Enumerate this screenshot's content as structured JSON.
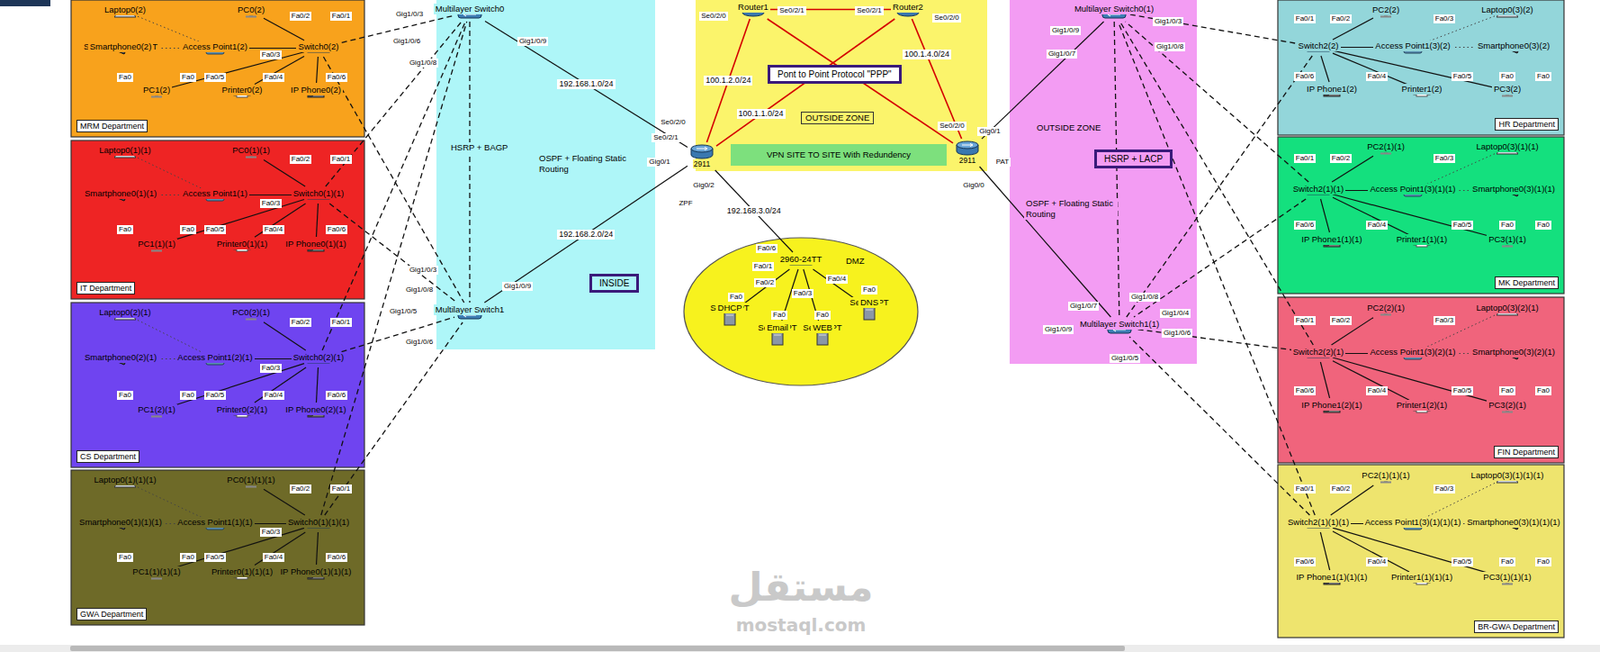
{
  "diagram": {
    "nodes": [
      {
        "text": [
          "MRM Department"
        ]
      },
      {
        "text": [
          "Laptop-PT",
          "Laptop0(2)"
        ],
        "in": 0
      },
      {
        "text": [
          "PC-PT",
          "PC0(2)"
        ],
        "in": 0
      },
      {
        "text": [
          "AccessPoint-PT",
          "Access Point1(2)"
        ],
        "in": 0
      },
      {
        "text": [
          "2960-24TT",
          "Switch0(2)"
        ],
        "in": 0
      },
      {
        "text": [
          "SMARTPHONE-PT",
          "Smartphone0(2)"
        ],
        "in": 0
      },
      {
        "text": [
          "Printer-PT",
          "Printer0(2)"
        ],
        "in": 0
      },
      {
        "text": [
          "PC-PT",
          "PC1(2)"
        ],
        "in": 0
      },
      {
        "text": [
          "7960",
          "IP Phone0(2)"
        ],
        "in": 0
      },
      {
        "text": [
          "IT Department"
        ]
      },
      {
        "text": [
          "Laptop-PT",
          "Laptop0(1)(1)"
        ],
        "in": 9
      },
      {
        "text": [
          "PC-PT",
          "PC0(1)(1)"
        ],
        "in": 9
      },
      {
        "text": [
          "AccessPoint-PT",
          "Access Point1(1)"
        ],
        "in": 9
      },
      {
        "text": [
          "2960-24TT",
          "Switch0(1)(1)"
        ],
        "in": 9
      },
      {
        "text": [
          "SMARTPHONE-PT",
          "Smartphone0(1)(1)"
        ],
        "in": 9
      },
      {
        "text": [
          "Printer-PT",
          "Printer0(1)(1)"
        ],
        "in": 9
      },
      {
        "text": [
          "PC-PT",
          "PC1(1)(1)"
        ],
        "in": 9
      },
      {
        "text": [
          "7960",
          "IP Phone0(1)(1)"
        ],
        "in": 9
      },
      {
        "text": [
          "CS Department"
        ]
      },
      {
        "text": [
          "Laptop-PT",
          "Laptop0(2)(1)"
        ],
        "in": 18
      },
      {
        "text": [
          "PC-PT",
          "PC0(2)(1)"
        ],
        "in": 18
      },
      {
        "text": [
          "AccessPoint-PT",
          "Access Point1(2)(1)"
        ],
        "in": 18
      },
      {
        "text": [
          "2960-24TT",
          "Switch0(2)(1)"
        ],
        "in": 18
      },
      {
        "text": [
          "SMARTPHONE-PT",
          "Smartphone0(2)(1)"
        ],
        "in": 18
      },
      {
        "text": [
          "Printer-PT",
          "Printer0(2)(1)"
        ],
        "in": 18
      },
      {
        "text": [
          "PC-PT",
          "PC1(2)(1)"
        ],
        "in": 18
      },
      {
        "text": [
          "7960",
          "IP Phone0(2)(1)"
        ],
        "in": 18
      },
      {
        "text": [
          "GWA Department"
        ]
      },
      {
        "text": [
          "Laptop-PT",
          "Laptop0(1)(1)(1)"
        ],
        "in": 27
      },
      {
        "text": [
          "PC-PT",
          "PC0(1)(1)(1)"
        ],
        "in": 27
      },
      {
        "text": [
          "AccessPoint-PT",
          "Access Point1(1)(1)"
        ],
        "in": 27
      },
      {
        "text": [
          "2960-24TT",
          "Switch0(1)(1)(1)"
        ],
        "in": 27
      },
      {
        "text": [
          "SMARTPHONE-PT",
          "Smartphone0(1)(1)(1)"
        ],
        "in": 27
      },
      {
        "text": [
          "Printer-PT",
          "Printer0(1)(1)(1)"
        ],
        "in": 27
      },
      {
        "text": [
          "PC-PT",
          "PC1(1)(1)(1)"
        ],
        "in": 27
      },
      {
        "text": [
          "7960",
          "IP Phone0(1)(1)(1)"
        ],
        "in": 27
      },
      {
        "text": [
          "HSRP + BAGP",
          "OSPF + Floating Static Routing"
        ]
      },
      {
        "text": [
          "3650-24PS",
          "Multilayer Switch0"
        ],
        "in": 36
      },
      {
        "text": [
          "3650-24PS",
          "Multilayer Switch1"
        ],
        "in": 36
      },
      {
        "text": [
          "INSIDE"
        ],
        "in": 36
      },
      {
        "text": [
          "OUTSIDE ZONE"
        ]
      },
      {
        "text": [
          "2911",
          "Router1"
        ],
        "in": 40
      },
      {
        "text": [
          "2911",
          "Router2"
        ],
        "in": 40
      },
      {
        "text": [
          "Pont to Point Protocol \"PPP\""
        ],
        "in": 40
      },
      {
        "text": [
          "VPN SITE TO SITE With Redundency"
        ]
      },
      {
        "text": [
          "2911"
        ]
      },
      {
        "text": [
          "2911"
        ]
      },
      {
        "text": [
          "DMZ"
        ]
      },
      {
        "text": [
          "2960-24TT"
        ],
        "in": 47
      },
      {
        "text": [
          "Server-PT",
          "DHCP"
        ],
        "in": 47
      },
      {
        "text": [
          "Server-PT",
          "Email"
        ],
        "in": 47
      },
      {
        "text": [
          "Server-PT",
          "WEB"
        ],
        "in": 47
      },
      {
        "text": [
          "Server-PT",
          "DNS"
        ],
        "in": 47
      },
      {
        "text": [
          "OUTSIDE ZONE",
          "OSPF + Floating Static Routing"
        ]
      },
      {
        "text": [
          "HSRP + LACP"
        ],
        "in": 53
      },
      {
        "text": [
          "3650-24PS",
          "Multilayer Switch0(1)"
        ],
        "in": 53
      },
      {
        "text": [
          "3650-24PS",
          "Multilayer Switch1(1)"
        ],
        "in": 53
      },
      {
        "text": [
          "HR Department"
        ]
      },
      {
        "text": [
          "Laptop-PT",
          "Laptop0(3)(2)"
        ],
        "in": 57
      },
      {
        "text": [
          "PC-PT",
          "PC2(2)"
        ],
        "in": 57
      },
      {
        "text": [
          "AccessPoint-PT",
          "Access Point1(3)(2)"
        ],
        "in": 57
      },
      {
        "text": [
          "2960-24TT",
          "Switch2(2)"
        ],
        "in": 57
      },
      {
        "text": [
          "SMARTPHONE-PT",
          "Smartphone0(3)(2)"
        ],
        "in": 57
      },
      {
        "text": [
          "Printer-PT",
          "Printer1(2)"
        ],
        "in": 57
      },
      {
        "text": [
          "PC-PT",
          "PC3(2)"
        ],
        "in": 57
      },
      {
        "text": [
          "7960",
          "IP Phone1(2)"
        ],
        "in": 57
      },
      {
        "text": [
          "MK Department"
        ]
      },
      {
        "text": [
          "Laptop-PT",
          "Laptop0(3)(1)(1)"
        ],
        "in": 66
      },
      {
        "text": [
          "PC-PT",
          "PC2(1)(1)"
        ],
        "in": 66
      },
      {
        "text": [
          "AccessPoint-PT",
          "Access Point1(3)(1)(1)"
        ],
        "in": 66
      },
      {
        "text": [
          "2960-24TT",
          "Switch2(1)(1)"
        ],
        "in": 66
      },
      {
        "text": [
          "SMARTPHONE-PT",
          "Smartphone0(3)(1)(1)"
        ],
        "in": 66
      },
      {
        "text": [
          "Printer-PT",
          "Printer1(1)(1)"
        ],
        "in": 66
      },
      {
        "text": [
          "PC-PT",
          "PC3(1)(1)"
        ],
        "in": 66
      },
      {
        "text": [
          "7960",
          "IP Phone1(1)(1)"
        ],
        "in": 66
      },
      {
        "text": [
          "FIN Department"
        ]
      },
      {
        "text": [
          "Laptop-PT",
          "Laptop0(3)(2)(1)"
        ],
        "in": 75
      },
      {
        "text": [
          "PC-PT",
          "PC2(2)(1)"
        ],
        "in": 75
      },
      {
        "text": [
          "AccessPoint-PT",
          "Access Point1(3)(2)(1)"
        ],
        "in": 75
      },
      {
        "text": [
          "2960-24TT",
          "Switch2(2)(1)"
        ],
        "in": 75
      },
      {
        "text": [
          "SMARTPHONE-PT",
          "Smartphone0(3)(2)(1)"
        ],
        "in": 75
      },
      {
        "text": [
          "Printer-PT",
          "Printer1(2)(1)"
        ],
        "in": 75
      },
      {
        "text": [
          "PC-PT",
          "PC3(2)(1)"
        ],
        "in": 75
      },
      {
        "text": [
          "7960",
          "IP Phone1(2)(1)"
        ],
        "in": 75
      },
      {
        "text": [
          "BR-GWA Department"
        ]
      },
      {
        "text": [
          "Laptop-PT",
          "Laptop0(3)(1)(1)(1)"
        ],
        "in": 84
      },
      {
        "text": [
          "PC-PT",
          "PC2(1)(1)(1)"
        ],
        "in": 84
      },
      {
        "text": [
          "AccessPoint-PT",
          "Access Point1(3)(1)(1)(1)"
        ],
        "in": 84
      },
      {
        "text": [
          "2960-24TT",
          "Switch2(1)(1)(1)"
        ],
        "in": 84
      },
      {
        "text": [
          "SMARTPHONE-PT",
          "Smartphone0(3)(1)(1)(1)"
        ],
        "in": 84
      },
      {
        "text": [
          "Printer-PT",
          "Printer1(1)(1)(1)"
        ],
        "in": 84
      },
      {
        "text": [
          "PC-PT",
          "PC3(1)(1)(1)"
        ],
        "in": 84
      },
      {
        "text": [
          "7960",
          "IP Phone1(1)(1)(1)"
        ],
        "in": 84
      }
    ],
    "edges": [
      {
        "from": 1,
        "to": 3,
        "arrow": "none"
      },
      {
        "from": 5,
        "to": 3,
        "arrow": "none"
      },
      {
        "from": 3,
        "to": 4,
        "arrow": "none"
      },
      {
        "from": 2,
        "to": 4,
        "arrow": "none"
      },
      {
        "from": 6,
        "to": 4,
        "arrow": "none"
      },
      {
        "from": 7,
        "to": 4,
        "arrow": "none"
      },
      {
        "from": 8,
        "to": 4,
        "arrow": "none"
      },
      {
        "from": 4,
        "to": 37,
        "arrow": "none"
      },
      {
        "from": 4,
        "to": 38,
        "arrow": "none"
      },
      {
        "from": 10,
        "to": 12,
        "arrow": "none"
      },
      {
        "from": 14,
        "to": 12,
        "arrow": "none"
      },
      {
        "from": 12,
        "to": 13,
        "arrow": "none"
      },
      {
        "from": 11,
        "to": 13,
        "arrow": "none"
      },
      {
        "from": 15,
        "to": 13,
        "arrow": "none"
      },
      {
        "from": 16,
        "to": 13,
        "arrow": "none"
      },
      {
        "from": 17,
        "to": 13,
        "arrow": "none"
      },
      {
        "from": 13,
        "to": 37,
        "arrow": "none"
      },
      {
        "from": 13,
        "to": 38,
        "arrow": "none"
      },
      {
        "from": 19,
        "to": 21,
        "arrow": "none"
      },
      {
        "from": 23,
        "to": 21,
        "arrow": "none"
      },
      {
        "from": 21,
        "to": 22,
        "arrow": "none"
      },
      {
        "from": 20,
        "to": 22,
        "arrow": "none"
      },
      {
        "from": 24,
        "to": 22,
        "arrow": "none"
      },
      {
        "from": 25,
        "to": 22,
        "arrow": "none"
      },
      {
        "from": 26,
        "to": 22,
        "arrow": "none"
      },
      {
        "from": 22,
        "to": 37,
        "arrow": "none"
      },
      {
        "from": 22,
        "to": 38,
        "arrow": "none"
      },
      {
        "from": 28,
        "to": 30,
        "arrow": "none"
      },
      {
        "from": 32,
        "to": 30,
        "arrow": "none"
      },
      {
        "from": 30,
        "to": 31,
        "arrow": "none"
      },
      {
        "from": 29,
        "to": 31,
        "arrow": "none"
      },
      {
        "from": 33,
        "to": 31,
        "arrow": "none"
      },
      {
        "from": 34,
        "to": 31,
        "arrow": "none"
      },
      {
        "from": 35,
        "to": 31,
        "arrow": "none"
      },
      {
        "from": 31,
        "to": 37,
        "arrow": "none"
      },
      {
        "from": 31,
        "to": 38,
        "arrow": "none"
      },
      {
        "from": 58,
        "to": 60,
        "arrow": "none"
      },
      {
        "from": 62,
        "to": 60,
        "arrow": "none"
      },
      {
        "from": 60,
        "to": 61,
        "arrow": "none"
      },
      {
        "from": 59,
        "to": 61,
        "arrow": "none"
      },
      {
        "from": 63,
        "to": 61,
        "arrow": "none"
      },
      {
        "from": 64,
        "to": 61,
        "arrow": "none"
      },
      {
        "from": 65,
        "to": 61,
        "arrow": "none"
      },
      {
        "from": 61,
        "to": 55,
        "arrow": "none"
      },
      {
        "from": 61,
        "to": 56,
        "arrow": "none"
      },
      {
        "from": 67,
        "to": 69,
        "arrow": "none"
      },
      {
        "from": 71,
        "to": 69,
        "arrow": "none"
      },
      {
        "from": 69,
        "to": 70,
        "arrow": "none"
      },
      {
        "from": 68,
        "to": 70,
        "arrow": "none"
      },
      {
        "from": 72,
        "to": 70,
        "arrow": "none"
      },
      {
        "from": 73,
        "to": 70,
        "arrow": "none"
      },
      {
        "from": 74,
        "to": 70,
        "arrow": "none"
      },
      {
        "from": 70,
        "to": 55,
        "arrow": "none"
      },
      {
        "from": 70,
        "to": 56,
        "arrow": "none"
      },
      {
        "from": 76,
        "to": 78,
        "arrow": "none"
      },
      {
        "from": 80,
        "to": 78,
        "arrow": "none"
      },
      {
        "from": 78,
        "to": 79,
        "arrow": "none"
      },
      {
        "from": 77,
        "to": 79,
        "arrow": "none"
      },
      {
        "from": 81,
        "to": 79,
        "arrow": "none"
      },
      {
        "from": 82,
        "to": 79,
        "arrow": "none"
      },
      {
        "from": 83,
        "to": 79,
        "arrow": "none"
      },
      {
        "from": 79,
        "to": 55,
        "arrow": "none"
      },
      {
        "from": 79,
        "to": 56,
        "arrow": "none"
      },
      {
        "from": 85,
        "to": 87,
        "arrow": "none"
      },
      {
        "from": 89,
        "to": 87,
        "arrow": "none"
      },
      {
        "from": 87,
        "to": 88,
        "arrow": "none"
      },
      {
        "from": 86,
        "to": 88,
        "arrow": "none"
      },
      {
        "from": 90,
        "to": 88,
        "arrow": "none"
      },
      {
        "from": 91,
        "to": 88,
        "arrow": "none"
      },
      {
        "from": 92,
        "to": 88,
        "arrow": "none"
      },
      {
        "from": 88,
        "to": 55,
        "arrow": "none"
      },
      {
        "from": 88,
        "to": 56,
        "arrow": "none"
      },
      {
        "from": 37,
        "to": 38,
        "arrow": "none"
      },
      {
        "from": 37,
        "to": 45,
        "label": "192.168.1.0/24",
        "arrow": "none"
      },
      {
        "from": 38,
        "to": 45,
        "label": "192.168.2.0/24",
        "arrow": "none"
      },
      {
        "from": 45,
        "to": 41,
        "label": "100.1.2.0/24",
        "arrow": "none"
      },
      {
        "from": 45,
        "to": 42,
        "label": "100.1.1.0/24",
        "arrow": "none"
      },
      {
        "from": 41,
        "to": 42,
        "arrow": "none"
      },
      {
        "from": 41,
        "to": 46,
        "arrow": "none"
      },
      {
        "from": 42,
        "to": 46,
        "label": "100.1.4.0/24",
        "arrow": "none"
      },
      {
        "from": 45,
        "to": 48,
        "label": "192.168.3.0/24",
        "arrow": "none"
      },
      {
        "from": 48,
        "to": 49,
        "arrow": "none"
      },
      {
        "from": 48,
        "to": 50,
        "arrow": "none"
      },
      {
        "from": 48,
        "to": 51,
        "arrow": "none"
      },
      {
        "from": 48,
        "to": 52,
        "arrow": "none"
      },
      {
        "from": 46,
        "to": 55,
        "arrow": "none"
      },
      {
        "from": 46,
        "to": 56,
        "arrow": "none"
      },
      {
        "from": 55,
        "to": 56,
        "arrow": "none"
      }
    ],
    "labels": [
      "Fa0/1",
      "Fa0/2",
      "Fa0/3",
      "Fa0/4",
      "Fa0/5",
      "Fa0/6",
      "Fa0",
      "Fa0",
      "Fa0/1",
      "Fa0/2",
      "Fa0/3",
      "Fa0/4",
      "Fa0/5",
      "Fa0/6",
      "Fa0",
      "Fa0",
      "Fa0/1",
      "Fa0/2",
      "Fa0/3",
      "Fa0/4",
      "Fa0/5",
      "Fa0/6",
      "Fa0",
      "Fa0",
      "Fa0/1",
      "Fa0/2",
      "Fa0/3",
      "Fa0/4",
      "Fa0/5",
      "Fa0/6",
      "Fa0",
      "Fa0",
      "Fa0/1",
      "Fa0/2",
      "Fa0/3",
      "Fa0/4",
      "Fa0/5",
      "Fa0/6",
      "Fa0",
      "Fa0",
      "Fa0/1",
      "Fa0/2",
      "Fa0/3",
      "Fa0/4",
      "Fa0/5",
      "Fa0/6",
      "Fa0",
      "Fa0",
      "Fa0/1",
      "Fa0/2",
      "Fa0/3",
      "Fa0/4",
      "Fa0/5",
      "Fa0/6",
      "Fa0",
      "Fa0",
      "Fa0/1",
      "Fa0/2",
      "Fa0/3",
      "Fa0/4",
      "Fa0/5",
      "Fa0/6",
      "Fa0",
      "Fa0",
      "Gig1/0/3",
      "Gig1/0/9",
      "Gig1/0/6",
      "Gig1/0/8",
      "Gig1/0/3",
      "Gig1/0/9",
      "Gig1/0/8",
      "Gig1/0/5",
      "Gig1/0/6",
      "Se0/2/0",
      "Se0/2/1",
      "Se0/2/1",
      "Se0/2/0",
      "Se0/2/0",
      "Se0/2/1",
      "Gig0/1",
      "Gig0/2",
      "ZPF",
      "Se0/2/0",
      "Gig0/1",
      "Gig0/0",
      "PAT",
      "Gig1/0/9",
      "Gig1/0/3",
      "Gig1/0/8",
      "Gig1/0/7",
      "Gig1/0/8",
      "Gig1/0/7",
      "Gig1/0/9",
      "Gig1/0/4",
      "Gig1/0/6",
      "Gig1/0/5",
      "Fa0/6",
      "Fa0/1",
      "Fa0/2",
      "Fa0/3",
      "Fa0/4",
      "Fa0",
      "Fa0",
      "Fa0",
      "Fa0",
      "مستقل",
      "mostaql.com"
    ]
  }
}
